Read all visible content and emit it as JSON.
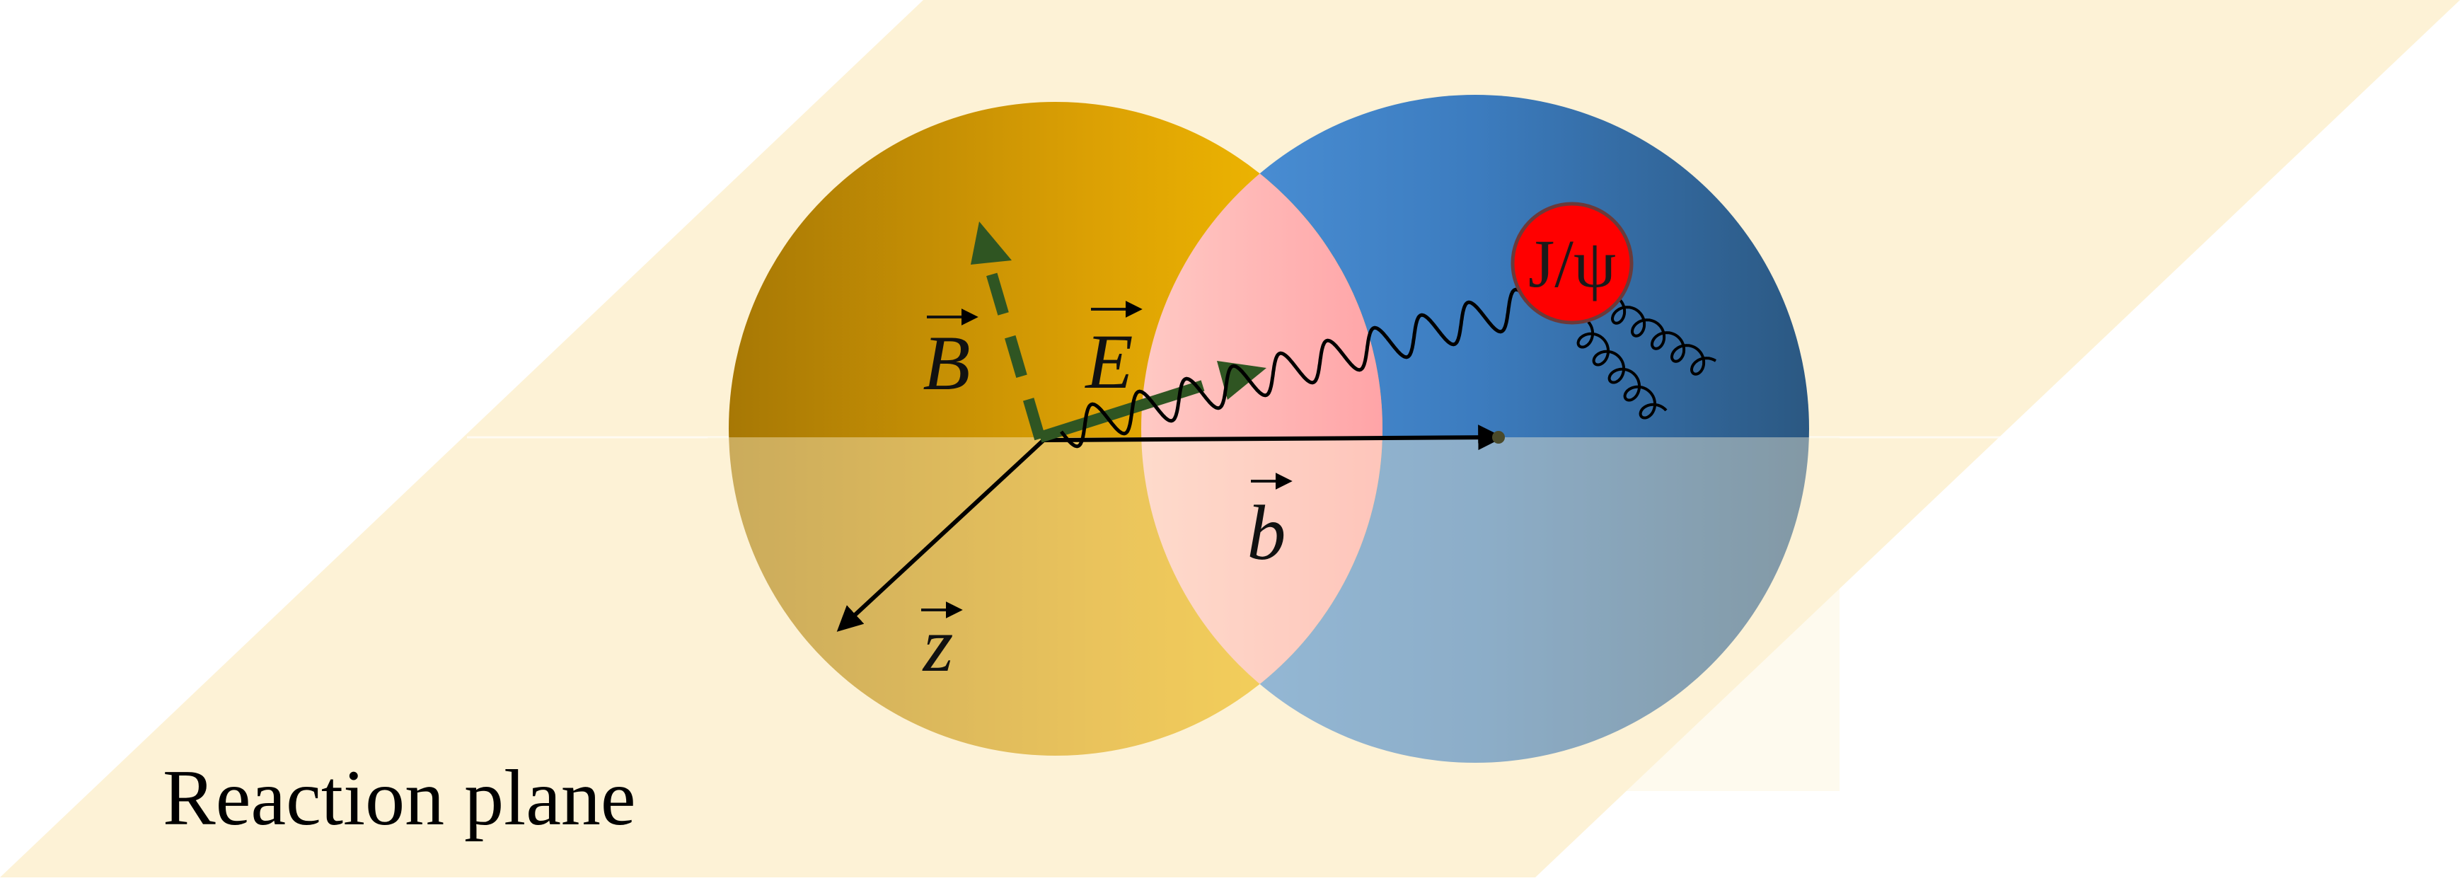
{
  "plane": {
    "label": "Reaction plane",
    "color": "#fdf2d6"
  },
  "nuclei": {
    "left_color_dark": "#b07d08",
    "left_color_light": "#f2b705",
    "right_color_light": "#4d8fd6",
    "right_color_dark": "#2e5f8f",
    "overlap_color": "#ff8f96"
  },
  "vectors": {
    "B": "B",
    "E": "E",
    "b": "b",
    "z": "z"
  },
  "particle": {
    "label": "J/ψ",
    "color": "#ff0000"
  },
  "field_arrow_color": "#2f5522"
}
